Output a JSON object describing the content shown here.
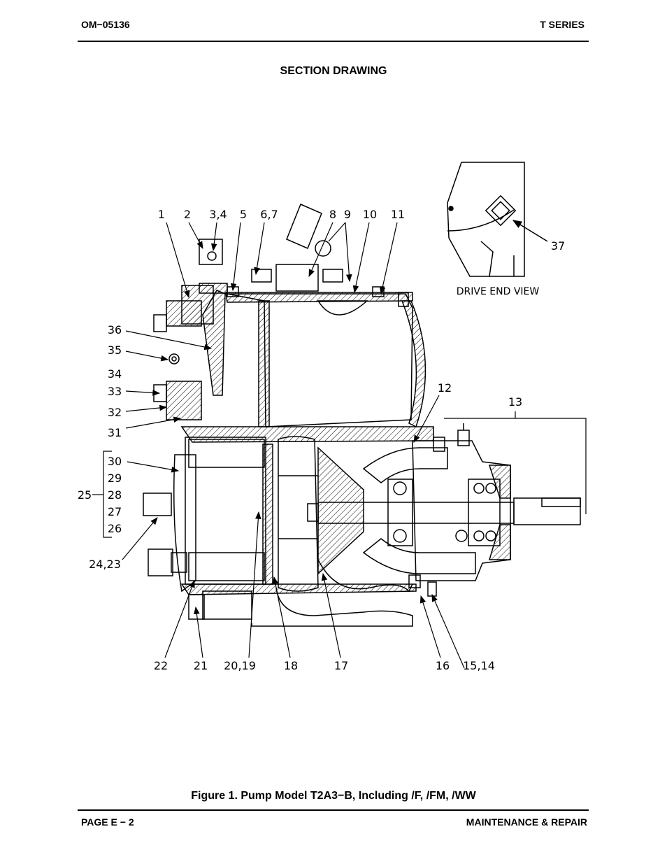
{
  "header": {
    "doc_id": "OM−05136",
    "series": "T SERIES"
  },
  "section_title": "SECTION DRAWING",
  "callouts": {
    "c1": "1",
    "c2": "2",
    "c3_4": "3,4",
    "c5": "5",
    "c6_7": "6,7",
    "c8": "8",
    "c9": "9",
    "c10": "10",
    "c11": "11",
    "c12": "12",
    "c13": "13",
    "c14_15": "15,14",
    "c16": "16",
    "c17": "17",
    "c18": "18",
    "c19_20": "20,19",
    "c21": "21",
    "c22": "22",
    "c23_24": "24,23",
    "c25": "25",
    "c26": "26",
    "c27": "27",
    "c28": "28",
    "c29": "29",
    "c30": "30",
    "c31": "31",
    "c32": "32",
    "c33": "33",
    "c34": "34",
    "c35": "35",
    "c36": "36",
    "c37": "37"
  },
  "drive_end_label": "DRIVE END VIEW",
  "figure_caption": "Figure 1. Pump Model T2A3−B, Including /F, /FM, /WW",
  "footer": {
    "page": "PAGE E − 2",
    "section": "MAINTENANCE & REPAIR"
  }
}
